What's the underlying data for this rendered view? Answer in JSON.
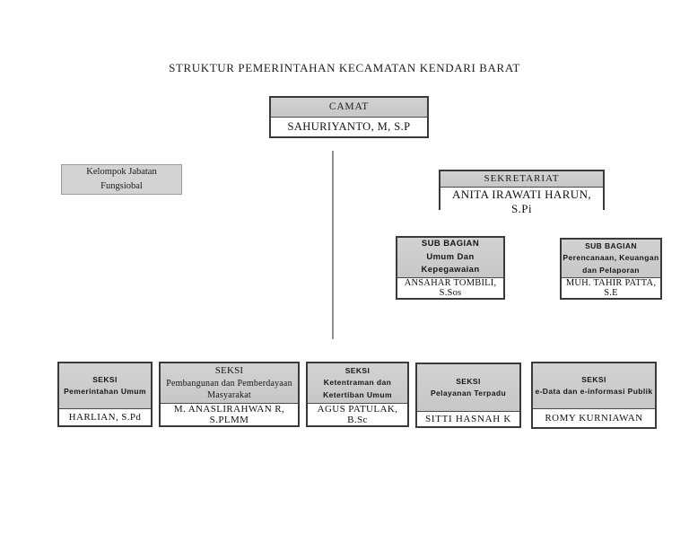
{
  "page": {
    "title": "STRUKTUR PEMERINTAHAN KECAMATAN KENDARI BARAT"
  },
  "colors": {
    "background": "#ffffff",
    "header_fill": "#cdcdcd",
    "box_border": "#3a3a3a",
    "light_box_border": "#9b9b9b",
    "connector_line": "#8f8f8f",
    "text": "#1c1c1c"
  },
  "org": {
    "camat": {
      "title": "CAMAT",
      "name": "SAHURIYANTO, M, S.P"
    },
    "kelompok_jabatan": {
      "line1": "Kelompok Jabatan",
      "line2": "Fungsiobal"
    },
    "sekretariat": {
      "title": "SEKRETARIAT",
      "name": "ANITA IRAWATI HARUN, S.Pi"
    },
    "sub_bagian": [
      {
        "line1": "SUB BAGIAN",
        "line2": "Umum Dan",
        "line3": "Kepegawaian",
        "name": "ANSAHAR TOMBILI, S.Sos"
      },
      {
        "line1": "SUB BAGIAN",
        "line2": "Perencanaan, Keuangan",
        "line3": "dan Pelaporan",
        "name": "MUH. TAHIR PATTA, S.E"
      }
    ],
    "seksi": [
      {
        "line1": "SEKSI",
        "line2": "Pemerintahan Umum",
        "name": "HARLIAN, S.Pd"
      },
      {
        "line1": "SEKSI",
        "line2": "Pembangunan dan Pemberdayaan",
        "line3": "Masyarakat",
        "name": "M. ANASLIRAHWAN R, S.PLMM"
      },
      {
        "line1": "SEKSI",
        "line2": "Ketentraman dan",
        "line3": "Ketertiban Umum",
        "name": "AGUS PATULAK, B.Sc"
      },
      {
        "line1": "SEKSI",
        "line2": "Pelayanan Terpadu",
        "name": "SITTI HASNAH K"
      },
      {
        "line1": "SEKSI",
        "line2": "e-Data dan e-informasi Publik",
        "name": "ROMY KURNIAWAN"
      }
    ]
  }
}
